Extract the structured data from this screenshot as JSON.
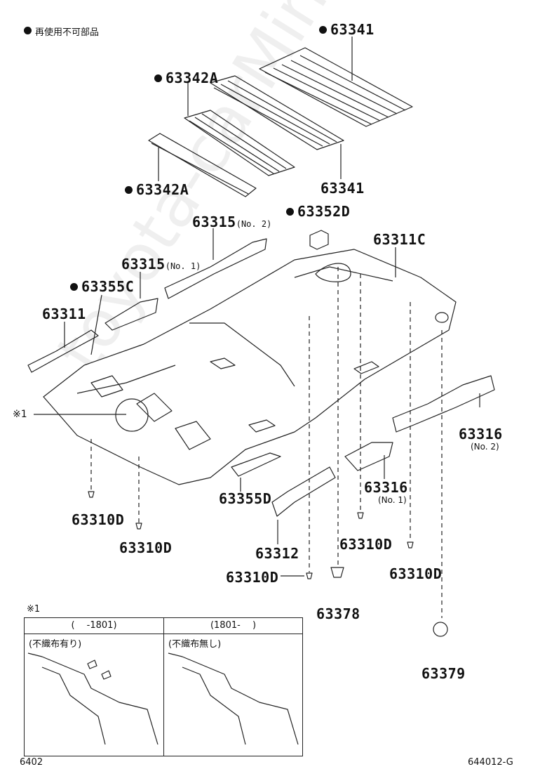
{
  "legend": {
    "bullet_note": "再使用不可部品"
  },
  "labels": {
    "p63341_top": "63341",
    "p63342a_top": "63342A",
    "p63342a_bottom": "63342A",
    "p63341_bottom": "63341",
    "p63352d": "63352D",
    "p63315_no2": "63315",
    "p63315_no2_sub": "(No. 2)",
    "p63311c": "63311C",
    "p63315_no1": "63315",
    "p63315_no1_sub": "(No. 1)",
    "p63355c": "63355C",
    "p63311": "63311",
    "ref_mark": "※1",
    "p63316_no2": "63316",
    "p63316_no2_sub": "(No. 2)",
    "p63355d": "63355D",
    "p63316_no1": "63316",
    "p63316_no1_sub": "(No. 1)",
    "p63310d_a": "63310D",
    "p63310d_b": "63310D",
    "p63310d_c": "63310D",
    "p63310d_d": "63310D",
    "p63310d_e": "63310D",
    "p63312": "63312",
    "p63378": "63378",
    "p63379": "63379"
  },
  "inset": {
    "ref": "※1",
    "left_header": "(　 -1801)",
    "right_header": "(1801-　 )",
    "left_note": "(不織布有り)",
    "right_note": "(不織布無し)"
  },
  "footer": {
    "page_code": "6402",
    "figure_code": "644012-G"
  },
  "watermark": "toyota-carMine.ru"
}
